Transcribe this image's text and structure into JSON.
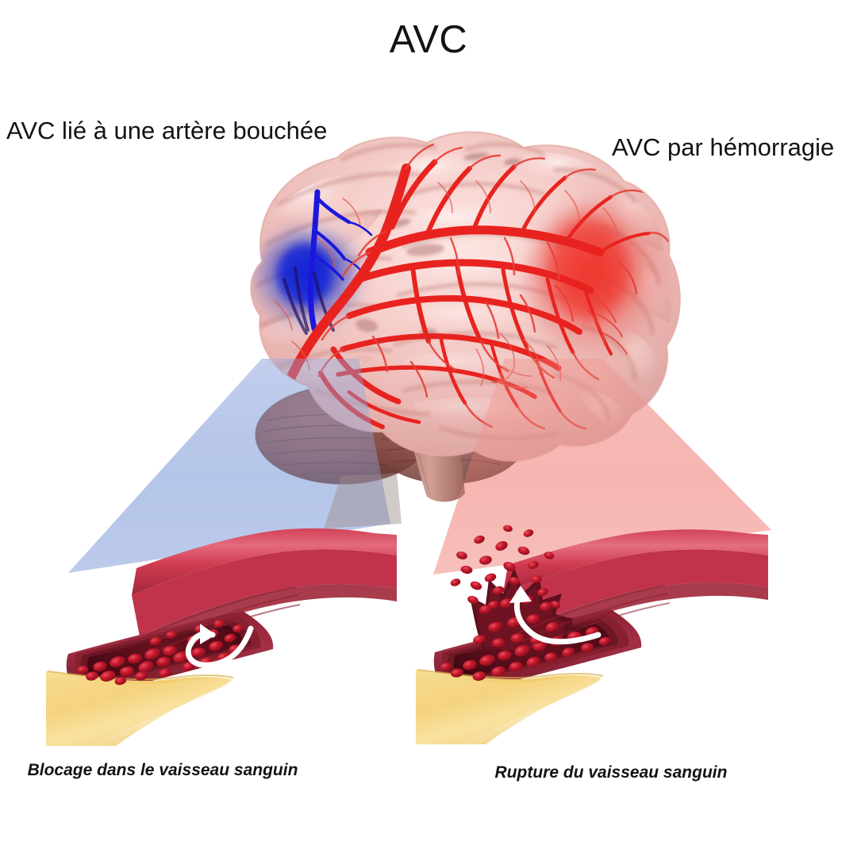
{
  "title": "AVC",
  "labels": {
    "ischemic": "AVC lié à une artère bouchée",
    "hemorrhagic": "AVC par hémorragie"
  },
  "captions": {
    "left": "Blocage dans le vaisseau sanguin",
    "right": "Rupture du vaisseau sanguin"
  },
  "colors": {
    "background": "#ffffff",
    "text": "#131313",
    "brain_light": "#f6d7d4",
    "brain_mid": "#eeb8b4",
    "brain_shadow": "#d99a96",
    "brain_deep": "#c07f7c",
    "artery_red": "#e8231f",
    "artery_dark": "#b31512",
    "vein_blue": "#1c1ce0",
    "ischemia_blue": "#1e34cc",
    "hemorrhage_red": "#e8433c",
    "cerebellum": "#8a4f49",
    "cerebellum_dark": "#6e3b38",
    "brainstem": "#c18b80",
    "cone_blue": "#c3d2ef",
    "cone_pink": "#f7c0bc",
    "vessel_outer": "#c92b45",
    "vessel_outer_light": "#e0536a",
    "vessel_wall": "#9e2638",
    "vessel_wall_dark": "#7d1c2c",
    "lumen_dark": "#5e0f1c",
    "rbc": "#c1162b",
    "rbc_light": "#e03a4a",
    "plaque": "#f2cc6a",
    "plaque_light": "#fae9b8",
    "arrow_white": "#ffffff"
  },
  "figure": {
    "panels": [
      {
        "id": "ischemic",
        "side": "left",
        "cone_color": "#c3d2ef",
        "region_marker": "blue ischemic zone on left frontal-temporal lobe",
        "vessel": {
          "state": "blocked",
          "has_plaque": true,
          "plaque_color": "#f2cc6a",
          "flow_arrow": "curved-white-arrow",
          "rbc_count": 34,
          "escaping_rbc_count": 0
        }
      },
      {
        "id": "hemorrhagic",
        "side": "right",
        "cone_color": "#f7c0bc",
        "region_marker": "red hemorrhagic glow on right occipital-parietal lobe",
        "vessel": {
          "state": "ruptured",
          "has_plaque": true,
          "plaque_color": "#f2cc6a",
          "flow_arrow": "curved-white-arrow",
          "rbc_count": 30,
          "escaping_rbc_count": 22
        }
      }
    ],
    "brain": {
      "view": "lateral-oblique",
      "structures": [
        "cerebrum",
        "cerebellum",
        "brainstem"
      ],
      "vessels": [
        "middle cerebral artery branches",
        "cortical veins"
      ]
    }
  }
}
